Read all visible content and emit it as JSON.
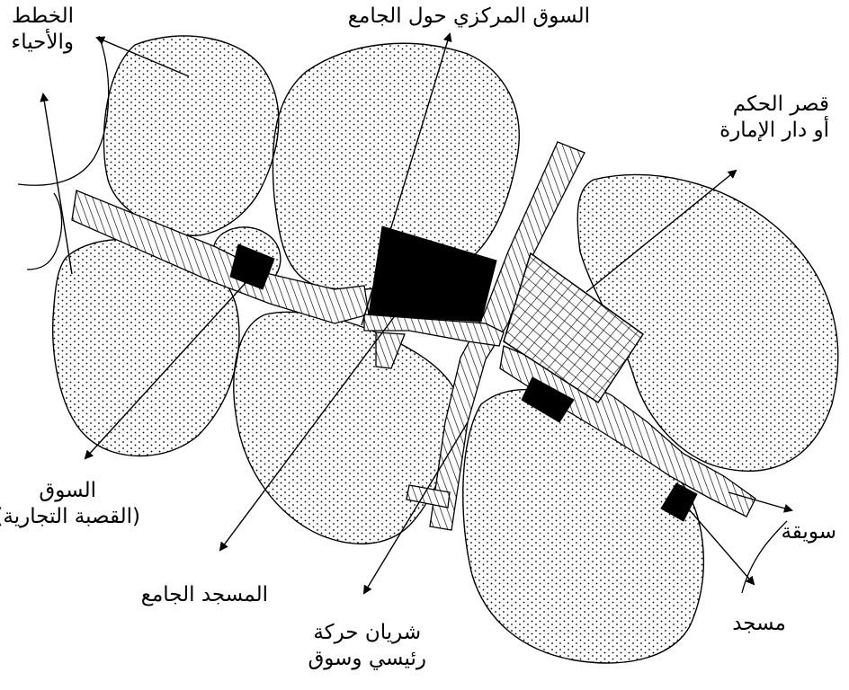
{
  "labels": {
    "districts": {
      "line1": "الخطط",
      "line2": "والأحياء"
    },
    "central_market": "السوق المركزي حول الجامع",
    "palace": {
      "line1": "قصر الحكم",
      "line2": "أو دار الإمارة"
    },
    "market": {
      "line1": "السوق",
      "line2": "(القصبة التجارية)"
    },
    "grand_mosque": "المسجد الجامع",
    "artery": {
      "line1": "شريان حركة",
      "line2": "رئيسي وسوق"
    },
    "small_market": "سويقة",
    "mosque": "مسجد"
  },
  "colors": {
    "ink": "#000000",
    "background": "#ffffff"
  }
}
